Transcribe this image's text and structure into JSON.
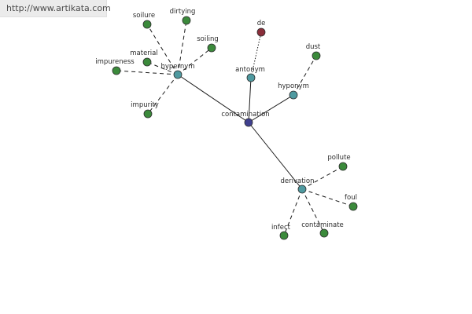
{
  "banner": {
    "url_text": "http://www.artikata.com"
  },
  "colors": {
    "root": "#40408f",
    "relation": "#4f9aa0",
    "word": "#3b8a3b",
    "antonym_word": "#8a2e3a",
    "node_stroke": "#2e2e2e",
    "edge": "#1a1a1a",
    "background": "#ffffff",
    "banner_bg": "#ebebeb",
    "banner_text": "#4a4a4a"
  },
  "graph": {
    "nodes": [
      {
        "id": "contamination",
        "label": "contamination",
        "kind": "root"
      },
      {
        "id": "hypernym",
        "label": "hypernym",
        "kind": "relation"
      },
      {
        "id": "antonym",
        "label": "antonym",
        "kind": "relation"
      },
      {
        "id": "hyponym",
        "label": "hyponym",
        "kind": "relation"
      },
      {
        "id": "derivation",
        "label": "derivation",
        "kind": "relation"
      },
      {
        "id": "soilure",
        "label": "soilure",
        "kind": "word"
      },
      {
        "id": "dirtying",
        "label": "dirtying",
        "kind": "word"
      },
      {
        "id": "soiling",
        "label": "soiling",
        "kind": "word"
      },
      {
        "id": "material",
        "label": "material",
        "kind": "word"
      },
      {
        "id": "impureness",
        "label": "impureness",
        "kind": "word"
      },
      {
        "id": "impurity",
        "label": "impurity",
        "kind": "word"
      },
      {
        "id": "de",
        "label": "de",
        "kind": "antonym_word"
      },
      {
        "id": "dust",
        "label": "dust",
        "kind": "word"
      },
      {
        "id": "pollute",
        "label": "pollute",
        "kind": "word"
      },
      {
        "id": "foul",
        "label": "foul",
        "kind": "word"
      },
      {
        "id": "contaminate",
        "label": "contaminate",
        "kind": "word"
      },
      {
        "id": "infect",
        "label": "infect",
        "kind": "word"
      }
    ],
    "edges": [
      {
        "from": "contamination",
        "to": "hypernym",
        "style": "solid"
      },
      {
        "from": "contamination",
        "to": "antonym",
        "style": "solid"
      },
      {
        "from": "contamination",
        "to": "hyponym",
        "style": "solid"
      },
      {
        "from": "contamination",
        "to": "derivation",
        "style": "solid"
      },
      {
        "from": "hypernym",
        "to": "soilure",
        "style": "dashed"
      },
      {
        "from": "hypernym",
        "to": "dirtying",
        "style": "dashed"
      },
      {
        "from": "hypernym",
        "to": "soiling",
        "style": "dashed"
      },
      {
        "from": "hypernym",
        "to": "material",
        "style": "dashed"
      },
      {
        "from": "hypernym",
        "to": "impureness",
        "style": "dashed"
      },
      {
        "from": "hypernym",
        "to": "impurity",
        "style": "dashed"
      },
      {
        "from": "antonym",
        "to": "de",
        "style": "dotted"
      },
      {
        "from": "hyponym",
        "to": "dust",
        "style": "dashed"
      },
      {
        "from": "derivation",
        "to": "pollute",
        "style": "dashed"
      },
      {
        "from": "derivation",
        "to": "foul",
        "style": "dashed"
      },
      {
        "from": "derivation",
        "to": "contaminate",
        "style": "dashed"
      },
      {
        "from": "derivation",
        "to": "infect",
        "style": "dashed"
      }
    ]
  }
}
